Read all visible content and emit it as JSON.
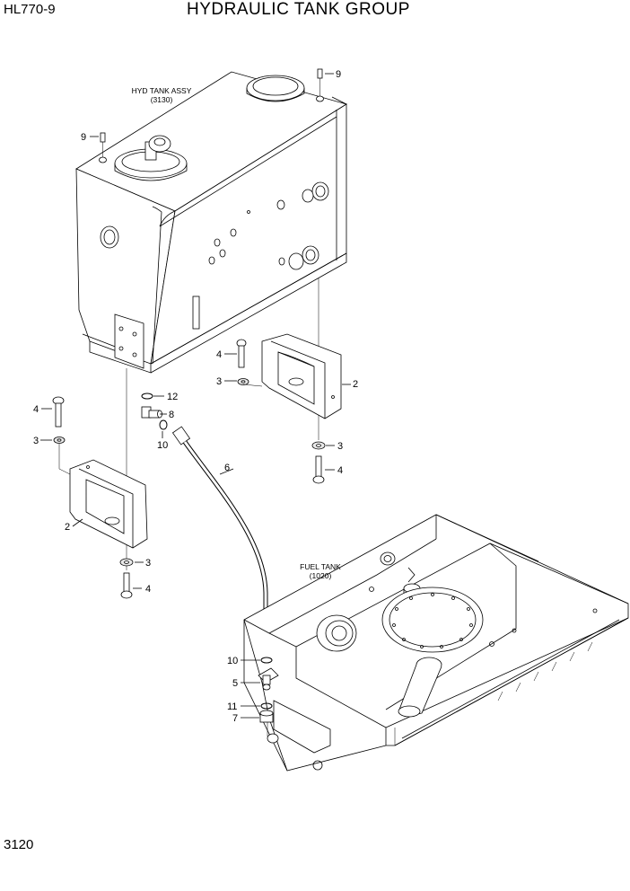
{
  "header": {
    "model": "HL770-9",
    "title": "HYDRAULIC TANK GROUP"
  },
  "footer": {
    "page_number": "3120"
  },
  "assemblies": {
    "hyd_tank": {
      "name": "HYD TANK ASSY",
      "ref": "(3130)"
    },
    "fuel_tank": {
      "name": "FUEL TANK",
      "ref": "(1020)"
    }
  },
  "callouts": {
    "c9a": "9",
    "c9b": "9",
    "c4a": "4",
    "c3a": "3",
    "c2a": "2",
    "c3b": "3",
    "c4b": "4",
    "c12": "12",
    "c8": "8",
    "c10a": "10",
    "c4c": "4",
    "c3c": "3",
    "c2b": "2",
    "c3d": "3",
    "c4d": "4",
    "c6": "6",
    "c10b": "10",
    "c5": "5",
    "c11": "11",
    "c7": "7"
  }
}
